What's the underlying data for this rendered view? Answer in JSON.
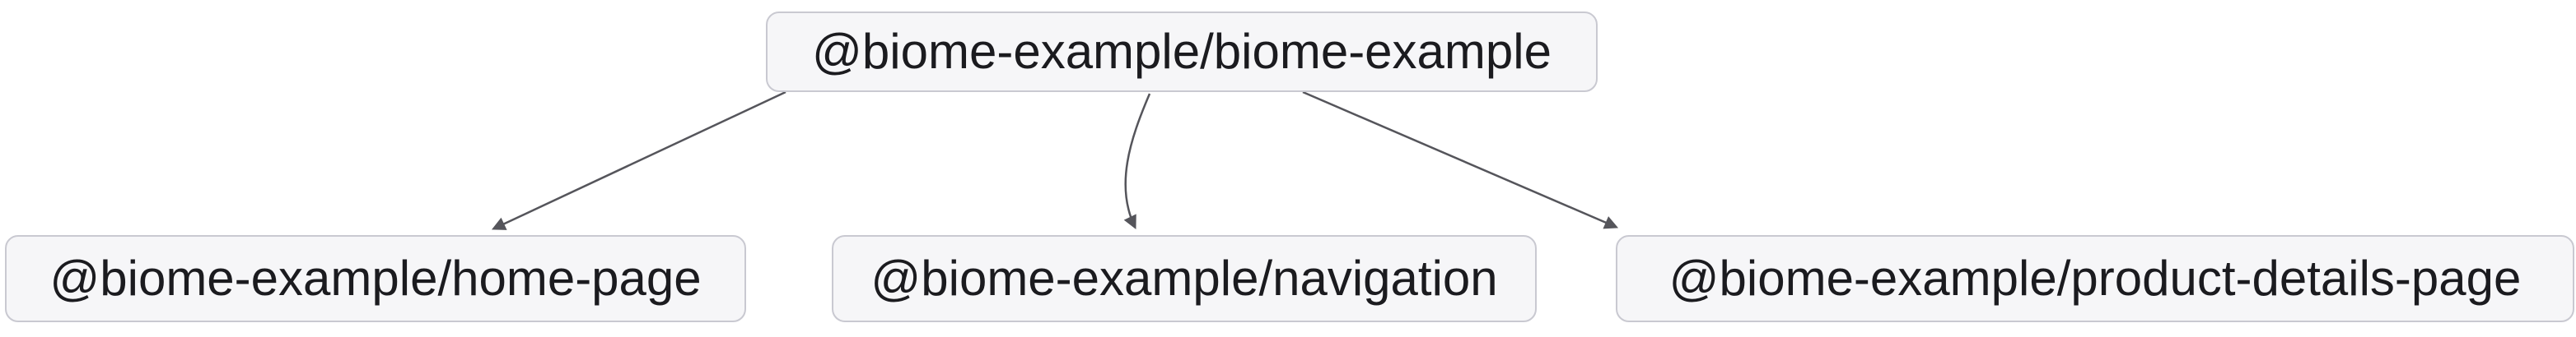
{
  "graph": {
    "nodes": [
      {
        "id": "biome-example",
        "label": "@biome-example/biome-example"
      },
      {
        "id": "home-page",
        "label": "@biome-example/home-page"
      },
      {
        "id": "navigation",
        "label": "@biome-example/navigation"
      },
      {
        "id": "product-details-page",
        "label": "@biome-example/product-details-page"
      }
    ],
    "edges": [
      {
        "from": "biome-example",
        "to": "home-page"
      },
      {
        "from": "biome-example",
        "to": "navigation"
      },
      {
        "from": "biome-example",
        "to": "product-details-page"
      }
    ],
    "colors": {
      "background": "#ffffff",
      "node_fill": "#f6f6f8",
      "node_border": "#c9c9d1",
      "node_text": "#1b1b1f",
      "edge": "#55555b"
    }
  }
}
